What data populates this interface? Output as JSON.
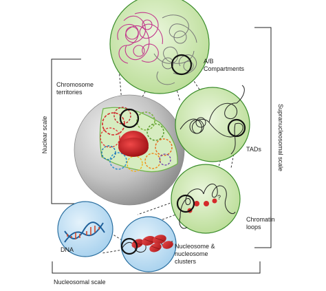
{
  "labels": {
    "nuclear_scale": "Nuclear scale",
    "supranucleosomal_scale": "Supranucleosomal scale",
    "nucleosomal_scale": "Nucleosomal scale",
    "chromosome_territories_l1": "Chromosome",
    "chromosome_territories_l2": "territories",
    "ab_compartments_l1": "A/B",
    "ab_compartments_l2": "Compartments",
    "tads": "TADs",
    "chromatin_loops_l1": "Chromatin",
    "chromatin_loops_l2": "loops",
    "dna": "DNA",
    "nucleosome_l1": "Nucleosome &",
    "nucleosome_l2": "nucleosome",
    "nucleosome_l3": "clusters",
    "question_mark": "?"
  },
  "colors": {
    "bubble_green": "#cfe8b0",
    "bubble_blue": "#bcdcf0",
    "nucleus_grey": "#b8b8b8",
    "nucleolus_red": "#c0161b",
    "chromatin_magenta": "#c2388c",
    "chromatin_grey": "#777777",
    "chromatin_red": "#d42a2a",
    "chromatin_orange": "#f08a1c",
    "chromatin_blue": "#2a8fd0",
    "chromatin_green": "#7ab43c"
  }
}
